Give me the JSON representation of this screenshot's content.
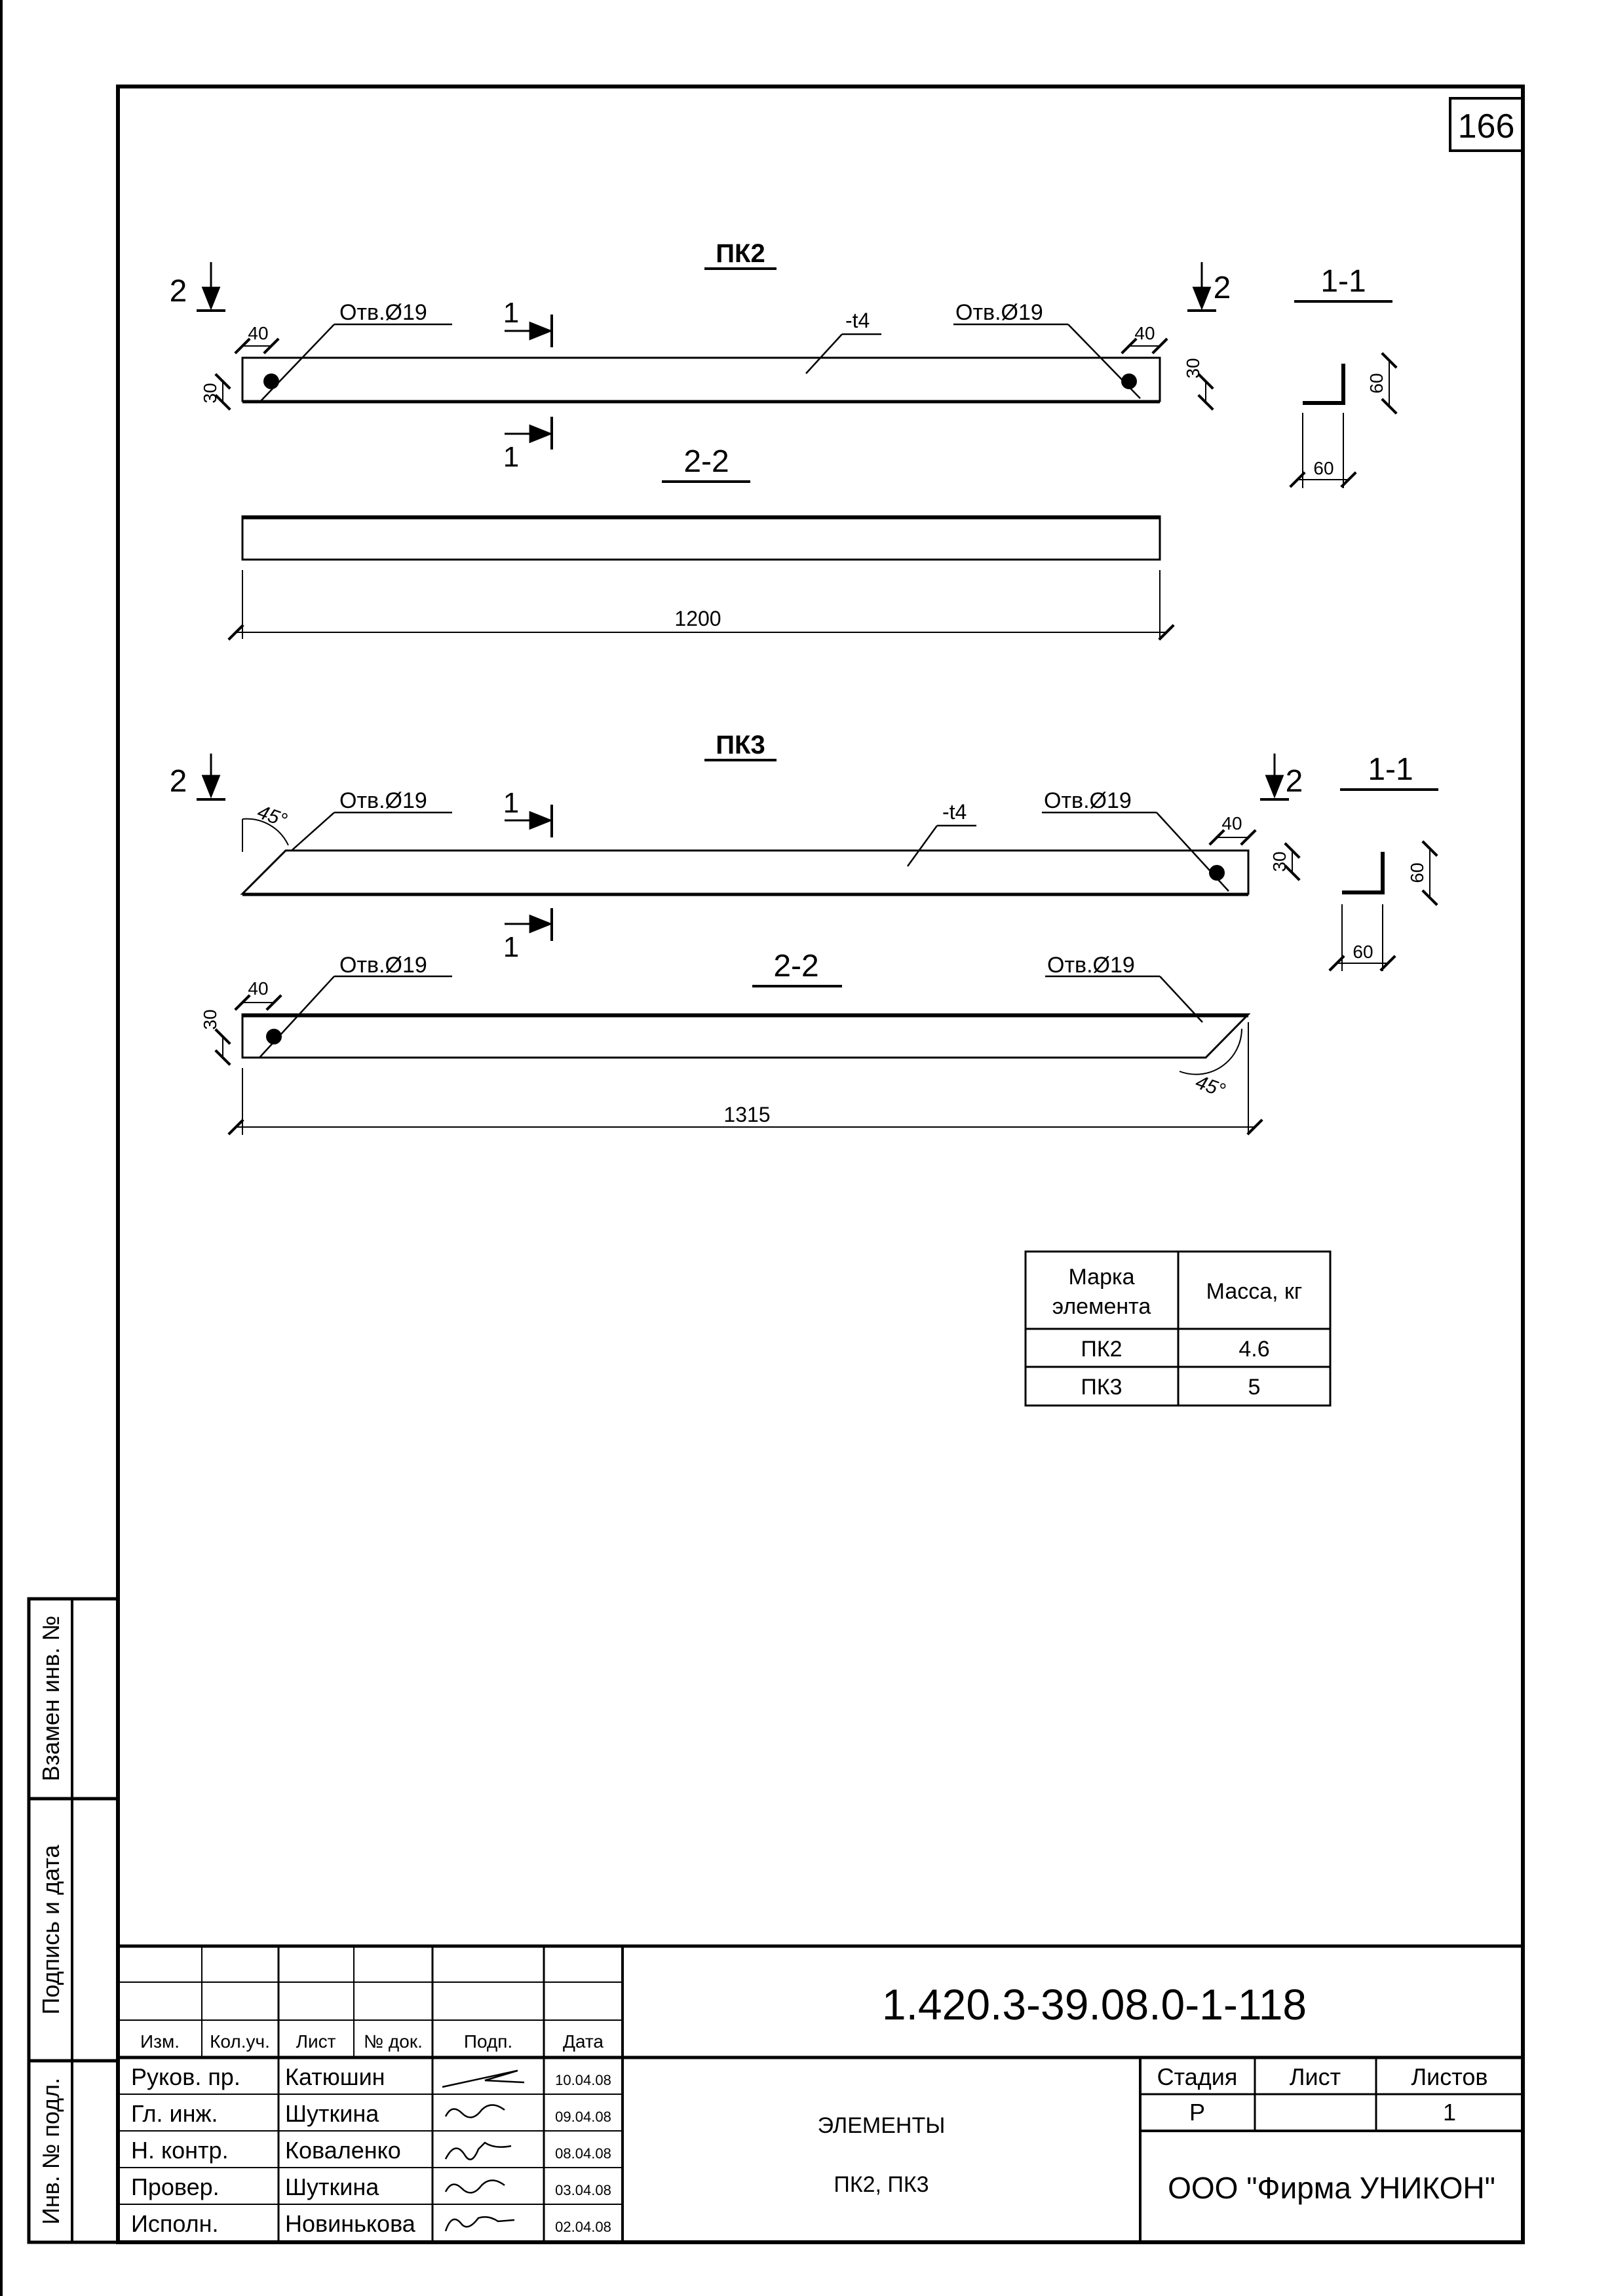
{
  "sheet": {
    "number": "166"
  },
  "pk2": {
    "title": "ПК2",
    "section_2_left": "2",
    "section_2_right": "2",
    "section_1_top": "1",
    "section_1_bottom": "1",
    "dim_40_left": "40",
    "dim_40_right": "40",
    "dim_30_left": "30",
    "dim_30_right": "30",
    "hole_left": "Отв.Ø19",
    "hole_right": "Отв.Ø19",
    "thickness": "-t4",
    "section_view_22": "2-2",
    "length": "1200",
    "section_view_11": "1-1",
    "angle_leg_v": "60",
    "angle_leg_h": "60"
  },
  "pk3": {
    "title": "ПК3",
    "section_2_left": "2",
    "section_2_right": "2",
    "section_1_top": "1",
    "section_1_bottom": "1",
    "angle_top": "45°",
    "angle_bottom": "45°",
    "hole_left_top": "Отв.Ø19",
    "hole_right_top": "Отв.Ø19",
    "hole_left_bottom": "Отв.Ø19",
    "hole_right_bottom": "Отв.Ø19",
    "thickness": "-t4",
    "dim_40_right": "40",
    "dim_30_right": "30",
    "dim_40_left": "40",
    "dim_30_left": "30",
    "section_view_22": "2-2",
    "length": "1315",
    "section_view_11": "1-1",
    "angle_leg_v": "60",
    "angle_leg_h": "60"
  },
  "mass_table": {
    "header_mark": [
      "Марка",
      "элемента"
    ],
    "header_mass": "Масса, кг",
    "rows": [
      {
        "mark": "ПК2",
        "mass": "4.6"
      },
      {
        "mark": "ПК3",
        "mass": "5"
      }
    ]
  },
  "side": {
    "vzamen": "Взамен инв. №",
    "podpis": "Подпись и дата",
    "inv": "Инв. № подл."
  },
  "stamp": {
    "doc_code": "1.420.3-39.08.0-1-118",
    "col_headers": [
      "Изм.",
      "Кол.уч.",
      "Лист",
      "№ док.",
      "Подп.",
      "Дата"
    ],
    "people": [
      {
        "role": "Руков. пр.",
        "name": "Катюшин",
        "date": "10.04.08"
      },
      {
        "role": "Гл. инж.",
        "name": "Шуткина",
        "date": "09.04.08"
      },
      {
        "role": "Н. контр.",
        "name": "Коваленко",
        "date": "08.04.08"
      },
      {
        "role": "Провер.",
        "name": "Шуткина",
        "date": "03.04.08"
      },
      {
        "role": "Исполн.",
        "name": "Новинькова",
        "date": "02.04.08"
      }
    ],
    "title_line1": "ЭЛЕМЕНТЫ",
    "title_line2": "ПК2, ПК3",
    "stage_label": "Стадия",
    "sheet_label": "Лист",
    "sheets_label": "Листов",
    "stage_value": "Р",
    "sheet_value": "",
    "sheets_value": "1",
    "company": "ООО \"Фирма УНИКОН\""
  }
}
